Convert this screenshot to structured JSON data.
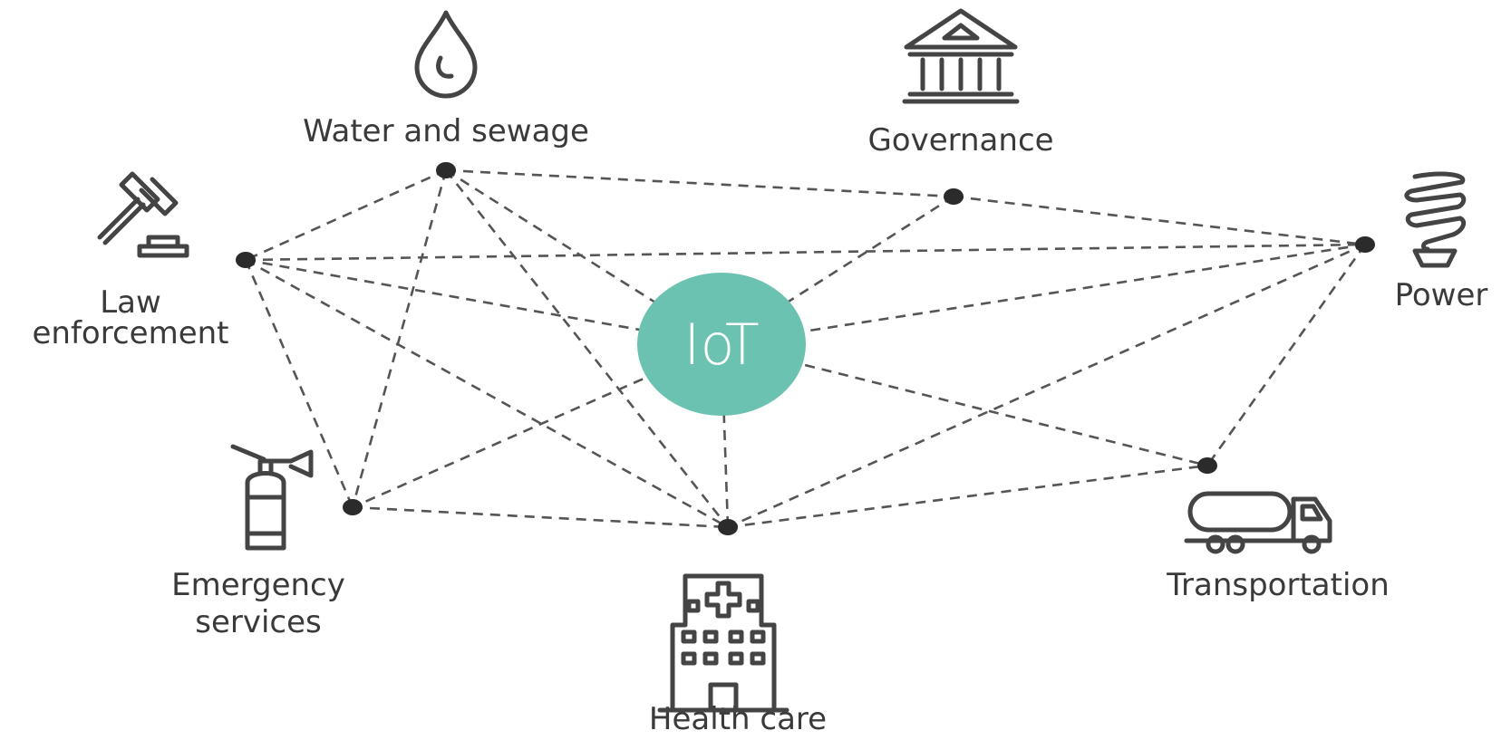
{
  "hub": {
    "label": "IoT",
    "color": "#6cc2b0"
  },
  "nodes": [
    {
      "id": "water",
      "label_lines": [
        "Water and sewage"
      ],
      "icon": "water-drop-icon"
    },
    {
      "id": "governance",
      "label_lines": [
        "Governance"
      ],
      "icon": "government-building-icon"
    },
    {
      "id": "power",
      "label_lines": [
        "Power"
      ],
      "icon": "light-bulb-icon"
    },
    {
      "id": "law",
      "label_lines": [
        "Law",
        "enforcement"
      ],
      "icon": "gavel-icon"
    },
    {
      "id": "emergency",
      "label_lines": [
        "Emergency",
        "services"
      ],
      "icon": "fire-extinguisher-icon"
    },
    {
      "id": "health",
      "label_lines": [
        "Health care"
      ],
      "icon": "hospital-icon"
    },
    {
      "id": "transport",
      "label_lines": [
        "Transportation"
      ],
      "icon": "tanker-truck-icon"
    }
  ],
  "edges": [
    [
      "water",
      "governance"
    ],
    [
      "governance",
      "power"
    ],
    [
      "water",
      "law"
    ],
    [
      "water",
      "emergency"
    ],
    [
      "water",
      "health"
    ],
    [
      "water",
      "hub"
    ],
    [
      "law",
      "power"
    ],
    [
      "law",
      "hub"
    ],
    [
      "law",
      "health"
    ],
    [
      "law",
      "emergency"
    ],
    [
      "governance",
      "hub"
    ],
    [
      "power",
      "hub"
    ],
    [
      "power",
      "transport"
    ],
    [
      "power",
      "health"
    ],
    [
      "hub",
      "transport"
    ],
    [
      "hub",
      "health"
    ],
    [
      "hub",
      "emergency"
    ],
    [
      "emergency",
      "health"
    ],
    [
      "health",
      "transport"
    ]
  ],
  "colors": {
    "line": "#555555",
    "dot": "#2b2b2b",
    "text": "#3a3a3a"
  }
}
